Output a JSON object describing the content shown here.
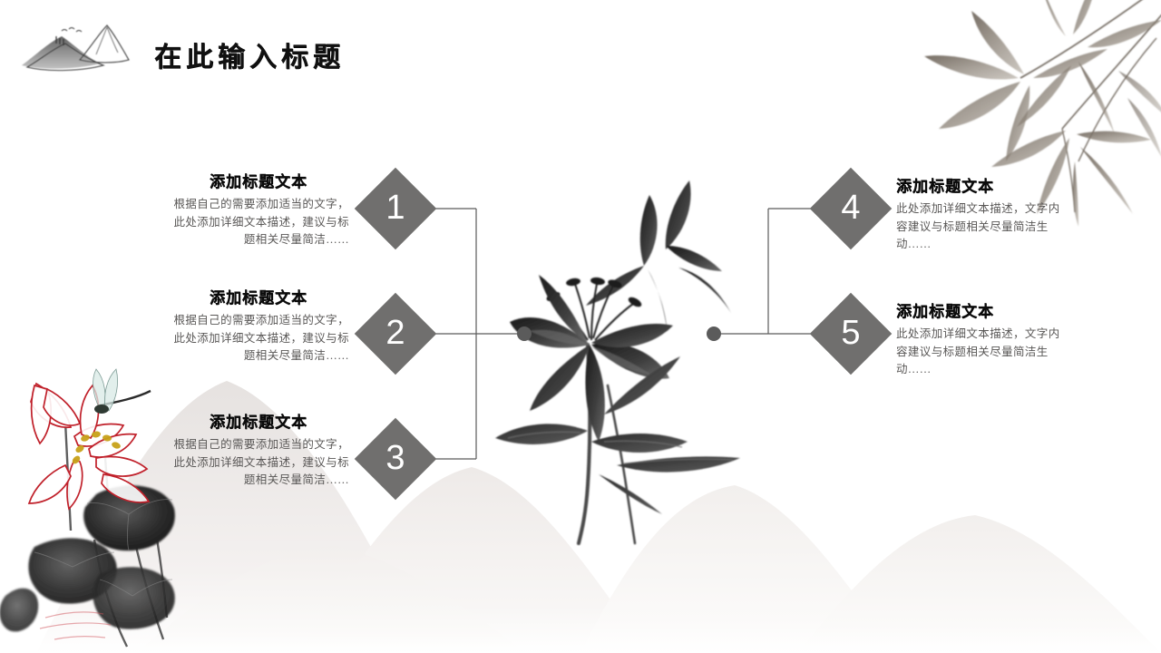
{
  "header": {
    "title": "在此输入标题",
    "logo_icon": "ink-mountain-logo"
  },
  "theme": {
    "background": "#ffffff",
    "diamond_fill": "#706f6e",
    "diamond_number_color": "#ffffff",
    "heading_color": "#0b0b0b",
    "body_color": "#595756",
    "connector_color": "#5b5b5b",
    "mountain_silhouette": "#efeceb",
    "lotus_red": "#c0202a",
    "bamboo_sepia": "#8a8074"
  },
  "decorations": [
    {
      "name": "ink-mountain-logo",
      "position": "top-left"
    },
    {
      "name": "bamboo-branch-illustration",
      "position": "top-right"
    },
    {
      "name": "ink-lily-flower-illustration",
      "position": "center"
    },
    {
      "name": "red-lotus-dragonfly-illustration",
      "position": "bottom-left"
    },
    {
      "name": "mountain-silhouette-backdrop",
      "position": "bottom"
    }
  ],
  "diagram": {
    "left_items": [
      {
        "number": "1",
        "heading": "添加标题文本",
        "body": "根据自己的需要添加适当的文字，此处添加详细文本描述，建议与标题相关尽量简洁……"
      },
      {
        "number": "2",
        "heading": "添加标题文本",
        "body": "根据自己的需要添加适当的文字，此处添加详细文本描述，建议与标题相关尽量简洁……"
      },
      {
        "number": "3",
        "heading": "添加标题文本",
        "body": "根据自己的需要添加适当的文字，此处添加详细文本描述，建议与标题相关尽量简洁……"
      }
    ],
    "right_items": [
      {
        "number": "4",
        "heading": "添加标题文本",
        "body": "此处添加详细文本描述，文字内容建议与标题相关尽量简洁生动……"
      },
      {
        "number": "5",
        "heading": "添加标题文本",
        "body": "此处添加详细文本描述，文字内容建议与标题相关尽量简洁生动……"
      }
    ]
  }
}
